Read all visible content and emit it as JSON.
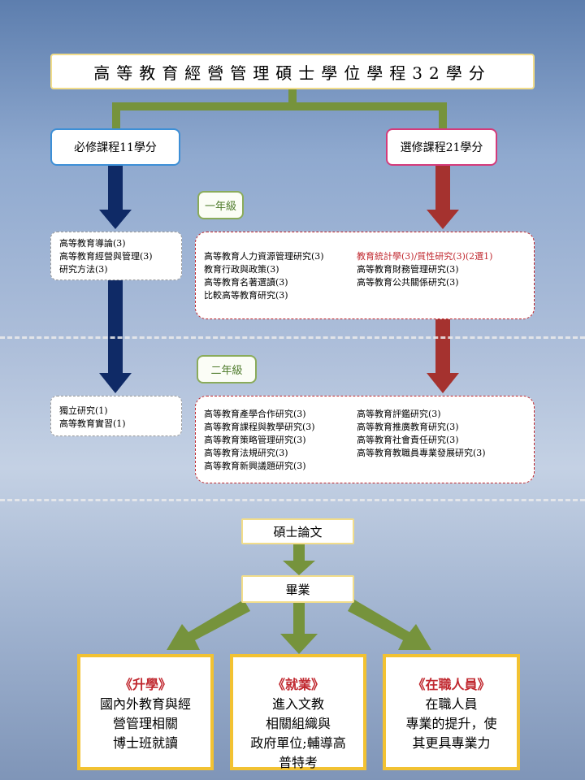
{
  "title": "高等教育經營管理碩士學位學程32學分",
  "required": {
    "label": "必修課程11學分",
    "year1": [
      "高等教育導論(3)",
      "高等教育經營與管理(3)",
      "研究方法(3)"
    ],
    "year2": [
      "獨立研究(1)",
      "高等教育實習(1)"
    ]
  },
  "elective": {
    "label": "選修課程21學分",
    "year1": [
      "高等教育人力資源管理研究(3)",
      "教育統計學(3)/質性研究(3)(2選1)",
      "教育行政與政策(3)",
      "高等教育財務管理研究(3)",
      "高等教育名著選讀(3)",
      "高等教育公共關係研究(3)",
      "比較高等教育研究(3)"
    ],
    "year2": [
      "高等教育產學合作研究(3)",
      "高等教育評鑑研究(3)",
      "高等教育課程與教學研究(3)",
      "高等教育推廣教育研究(3)",
      "高等教育策略管理研究(3)",
      "高等教育社會責任研究(3)",
      "高等教育法規研究(3)",
      "高等教育教職員專業發展研究(3)",
      "高等教育新興議題研究(3)"
    ]
  },
  "year_labels": [
    "一年級",
    "二年級"
  ],
  "thesis": "碩士論文",
  "graduation": "畢業",
  "outcomes": [
    {
      "title": "《升學》",
      "lines": [
        "國內外教育與經",
        "營管理相關",
        "博士班就讀"
      ]
    },
    {
      "title": "《就業》",
      "lines": [
        "進入文教",
        "相關組織與",
        "政府單位;輔導高",
        "普特考"
      ]
    },
    {
      "title": "《在職人員》",
      "lines": [
        "在職人員",
        "專業的提升，使",
        "其更具專業力"
      ]
    }
  ],
  "colors": {
    "green": "#76933c",
    "navy": "#0f2a66",
    "red": "#a5322f",
    "yellow": "#f2c232"
  }
}
